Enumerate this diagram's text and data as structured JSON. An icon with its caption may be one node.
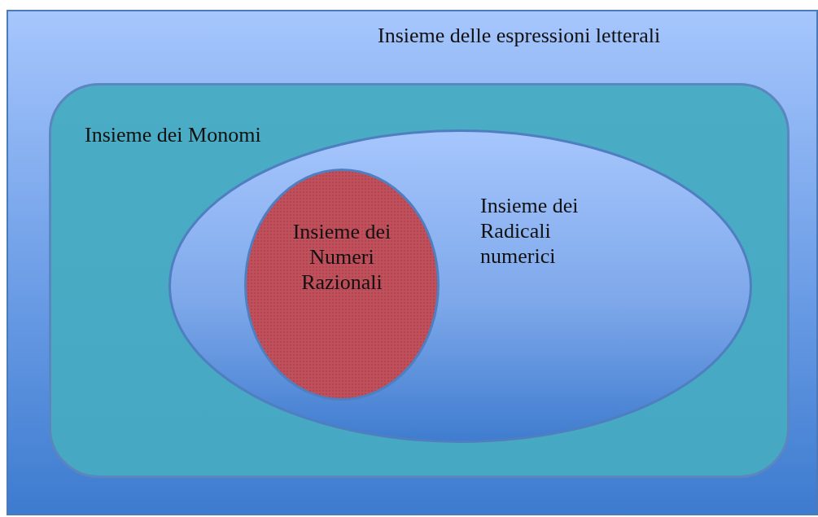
{
  "diagram": {
    "nodes": [
      {
        "text": [
          "Insieme delle espressioni letterali"
        ]
      },
      {
        "text": [
          "Insieme dei Monomi"
        ],
        "in": 0
      },
      {
        "text": [
          "Insieme dei Radicali numerici"
        ],
        "in": 1
      },
      {
        "text": [
          "Insieme dei Numeri Razionali"
        ],
        "in": 2
      }
    ]
  }
}
